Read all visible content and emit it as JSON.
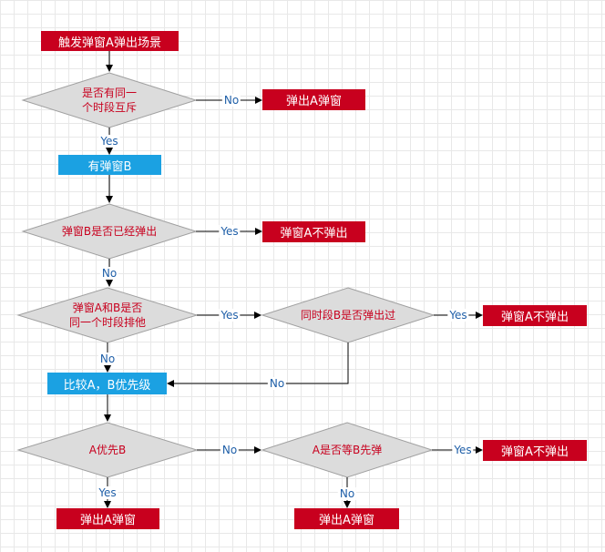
{
  "nodes": {
    "start": "触发弹窗A弹出场景",
    "d_mutex_line1": "是否有同一",
    "d_mutex_line2": "个时段互斥",
    "popup_a_1": "弹出A弹窗",
    "has_b": "有弹窗B",
    "d_b_popped": "弹窗B是否已经弹出",
    "no_popup_a_1": "弹窗A不弹出",
    "d_same_period_line1": "弹窗A和B是否",
    "d_same_period_line2": "同一个时段排他",
    "d_b_popped_period": "同时段B是否弹出过",
    "no_popup_a_2": "弹窗A不弹出",
    "compare": "比较A，B优先级",
    "d_a_priority": "A优先B",
    "d_a_equals": "A是否等B先弹",
    "no_popup_a_3": "弹窗A不弹出",
    "popup_a_2": "弹出A弹窗",
    "popup_a_3": "弹出A弹窗"
  },
  "edge_labels": {
    "mutex_no": "No",
    "mutex_yes": "Yes",
    "b_popped_yes": "Yes",
    "b_popped_no": "No",
    "same_period_yes": "Yes",
    "same_period_no": "No",
    "period_popped_yes": "Yes",
    "period_popped_no": "No",
    "priority_no": "No",
    "priority_yes": "Yes",
    "equals_yes": "Yes",
    "equals_no": "No"
  },
  "colors": {
    "process_red": "#c8001e",
    "process_blue": "#1ba1e2",
    "decision_fill": "#dcdcdc",
    "decision_stroke": "#a0a0a0",
    "edge_label": "#1f5fa8"
  }
}
